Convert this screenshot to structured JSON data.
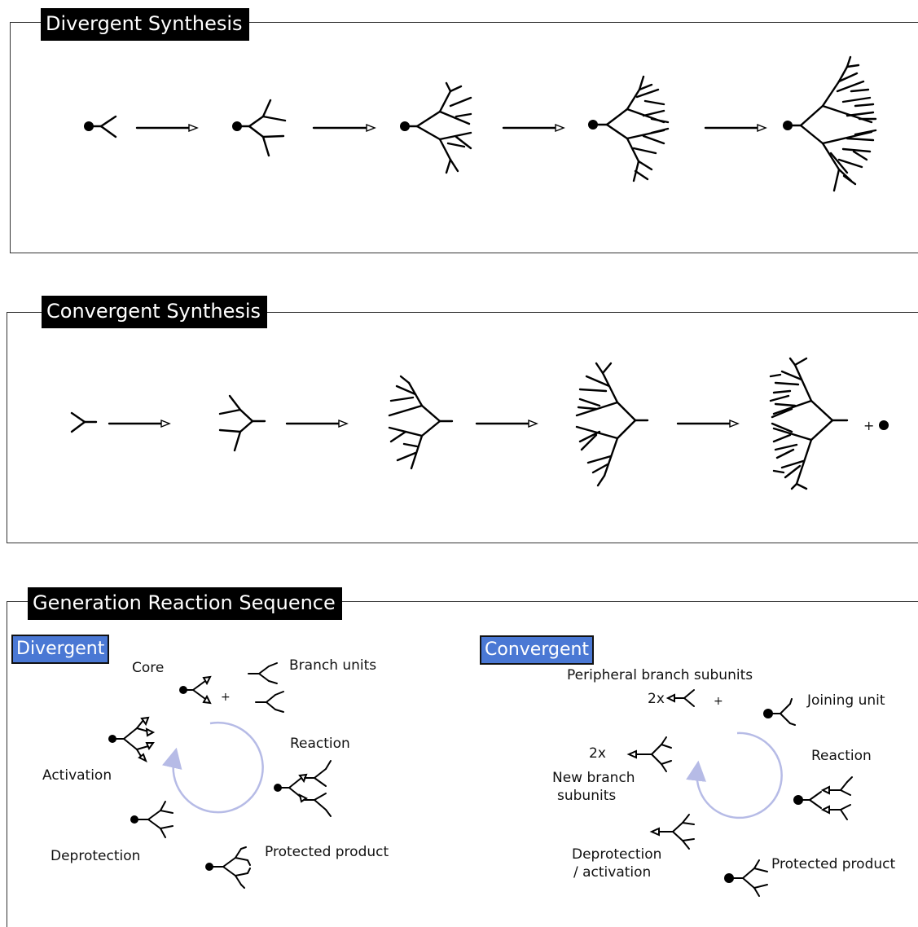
{
  "panels": {
    "divergent_title": "Divergent Synthesis",
    "convergent_title": "Convergent Synthesis",
    "sequence_title": "Generation Reaction Sequence"
  },
  "divergent": {
    "tag": "Divergent",
    "core": "Core",
    "branch_units": "Branch units",
    "plus": "+",
    "reaction": "Reaction",
    "activation": "Activation",
    "deprotection": "Deprotection",
    "protected_product": "Protected product"
  },
  "convergent": {
    "tag": "Convergent",
    "peripheral": "Peripheral branch subunits",
    "twox_top": "2x",
    "plus": "+",
    "joining_unit": "Joining unit",
    "twox_left": "2x",
    "new_branch_line1": "New branch",
    "new_branch_line2": "subunits",
    "reaction": "Reaction",
    "deprotection_line1": "Deprotection",
    "deprotection_line2": "/ activation",
    "protected_product": "Protected product",
    "plus_core": "+"
  },
  "colors": {
    "cycle_arrow": "#b6bbe6",
    "tag_fill": "#4a78d4",
    "frame": "#333333"
  }
}
